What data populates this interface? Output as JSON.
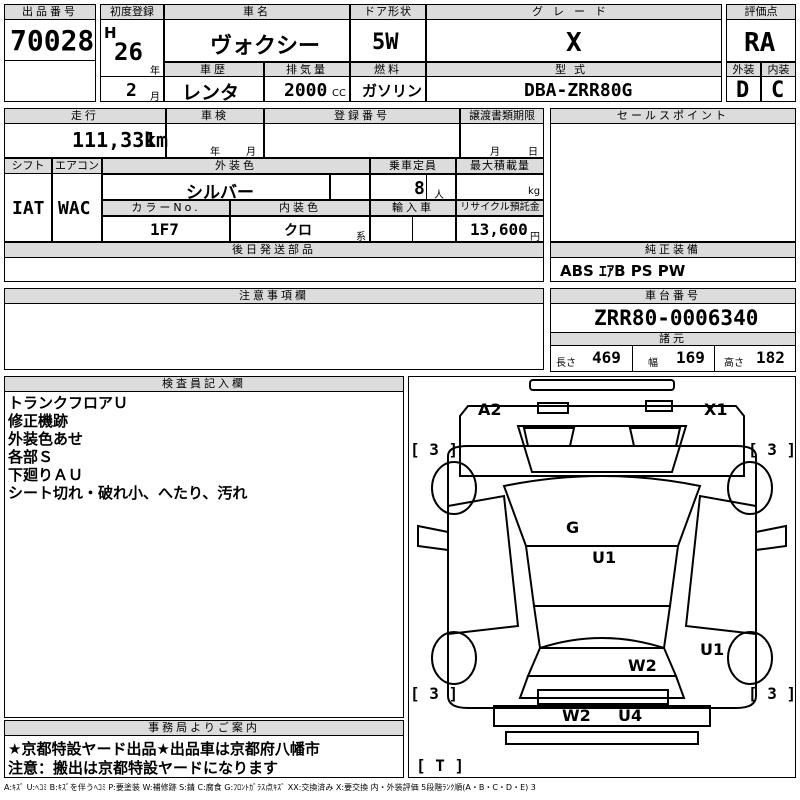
{
  "header": {
    "lot_no_label": "出品番号",
    "lot_no": "70028",
    "first_reg_label": "初度登録",
    "era": "H",
    "year": "26",
    "year_unit": "年",
    "month": "2",
    "month_unit": "月",
    "car_name_label": "車名",
    "car_name": "ヴォクシー",
    "door_label": "ドア形状",
    "door": "5W",
    "grade_label": "グレード",
    "grade": "X",
    "score_label": "評価点",
    "score": "RA",
    "history_label": "車歴",
    "history": "レンタ",
    "displacement_label": "排気量",
    "displacement": "2000",
    "displacement_unit": "CC",
    "fuel_label": "燃料",
    "fuel": "ガソリン",
    "model_label": "型式",
    "model": "DBA-ZRR80G",
    "exterior_label": "外装",
    "exterior": "D",
    "interior_label": "内装",
    "interior": "C"
  },
  "row2": {
    "mileage_label": "走行",
    "mileage": "111,331",
    "mileage_unit": "km",
    "inspection_label": "車検",
    "insp_year_unit": "年",
    "insp_month_unit": "月",
    "regno_label": "登録番号",
    "transfer_label": "譲渡書類期限",
    "transfer_month_unit": "月",
    "transfer_day_unit": "日",
    "sales_point_label": "セールスポイント"
  },
  "row3": {
    "shift_label": "シフト",
    "shift": "IAT",
    "aircon_label": "エアコン",
    "aircon": "WAC",
    "ext_color_label": "外装色",
    "ext_color": "シルバー",
    "capacity_label": "乗車定員",
    "capacity": "8",
    "capacity_unit": "人",
    "load_label": "最大積載量",
    "load_unit": "kg",
    "color_no_label": "カラーNo.",
    "color_no": "1F7",
    "int_color_label": "内装色",
    "int_color": "クロ",
    "int_color_unit": "系",
    "import_label": "輸入車",
    "recycle_label": "リサイクル預託金",
    "recycle": "13,600",
    "recycle_unit": "円"
  },
  "row4": {
    "later_parts_label": "後日発送部品",
    "genuine_label": "純正装備",
    "genuine": "ABS ｴｱB PS PW",
    "notes_label": "注意事項欄",
    "chassis_label": "車台番号",
    "chassis": "ZRR80-0006340",
    "spec_label": "諸元",
    "length_label": "長さ",
    "length": "469",
    "width_label": "幅",
    "width": "169",
    "height_label": "高さ",
    "height": "182"
  },
  "inspector": {
    "label": "検査員記入欄",
    "lines": [
      "トランクフロアＵ",
      "修正機跡",
      "外装色あせ",
      "各部Ｓ",
      "下廻りＡＵ",
      "シート切れ・破れ小、へたり、汚れ"
    ]
  },
  "office": {
    "label": "事務局よりご案内",
    "line1": "★京都特設ヤード出品★出品車は京都府八幡市",
    "line2": "注意：搬出は京都特設ヤードになります"
  },
  "diagram": {
    "marks": {
      "a2": "A2",
      "x1": "X1",
      "g": "G",
      "u1_center": "U1",
      "u1_right": "U1",
      "w2_rear": "W2",
      "w2_bottom": "W2",
      "u4": "U4"
    },
    "tire_fl": "[ 3 ]",
    "tire_fr": "[ 3 ]",
    "tire_rl": "[ 3 ]",
    "tire_rr": "[ 3 ]",
    "spare": "[ T ]"
  },
  "legend": "A:ｷｽﾞ U:ﾍｺﾐ B:ｷｽﾞを伴うﾍｺﾐ P:要塗装 W:補修跡 S:錆 C:腐食 G:ﾌﾛﾝﾄｶﾞﾗｽ点ｷｽﾞ XX:交換済み X:要交換  内・外装評価 5段階ﾗﾝｸ順(A・B・C・D・E) 3"
}
